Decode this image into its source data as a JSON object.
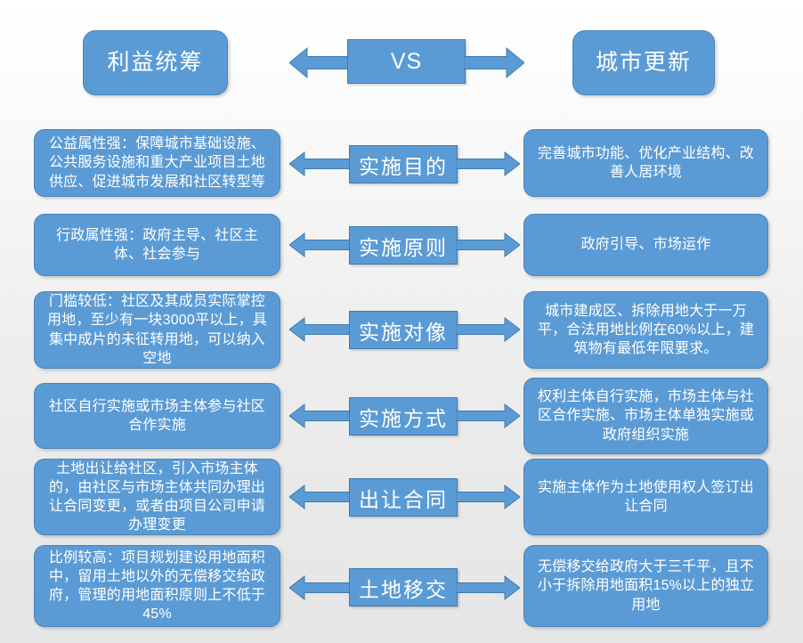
{
  "colors": {
    "box_fill": "#5b9bd5",
    "box_border": "#4a86b8",
    "mid_border": "#3f7cad",
    "text": "#ffffff",
    "background_top": "#ffffff",
    "background_bottom": "#e6e6e6"
  },
  "header": {
    "left_label": "利益统筹",
    "center_label": "VS",
    "right_label": "城市更新"
  },
  "rows": [
    {
      "label": "实施目的",
      "left": "公益属性强：保障城市基础设施、公共服务设施和重大产业项目土地供应、促进城市发展和社区转型等",
      "right": "完善城市功能、优化产业结构、改善人居环境"
    },
    {
      "label": "实施原则",
      "left": "行政属性强：政府主导、社区主体、社会参与",
      "right": "政府引导、市场运作"
    },
    {
      "label": "实施对像",
      "left": "门槛较低：社区及其成员实际掌控用地，至少有一块3000平以上，具集中成片的未征转用地，可以纳入空地",
      "right": "城市建成区、拆除用地大于一万平，合法用地比例在60%以上，建筑物有最低年限要求。"
    },
    {
      "label": "实施方式",
      "left": "社区自行实施或市场主体参与社区合作实施",
      "right": "权利主体自行实施，市场主体与社区合作实施、市场主体单独实施或政府组织实施"
    },
    {
      "label": "出让合同",
      "left": "土地出让给社区，引入市场主体的，由社区与市场主体共同办理出让合同变更，或者由项目公司申请办理变更",
      "right": "实施主体作为土地使用权人签订出让合同"
    },
    {
      "label": "土地移交",
      "left": "比例较高：项目规划建设用地面积中，留用土地以外的无偿移交给政府，管理的用地面积原则上不低于45%",
      "right": "无偿移交给政府大于三千平，且不小于拆除用地面积15%以上的独立用地"
    }
  ]
}
